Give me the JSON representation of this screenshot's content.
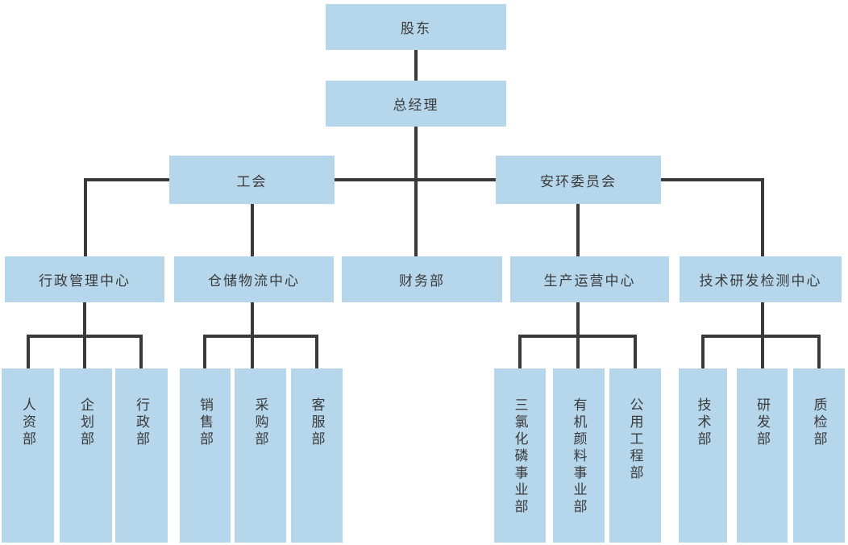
{
  "colors": {
    "node_fill": "#b5d6eb",
    "connector": "#3a3a3c",
    "text": "#3a3a3a",
    "background": "#ffffff"
  },
  "org_chart": {
    "shareholders": {
      "label": "股东"
    },
    "general_manager": {
      "label": "总经理"
    },
    "labor_union": {
      "label": "工会"
    },
    "safety_env_committee": {
      "label": "安环委员会"
    },
    "admin_mgmt_center": {
      "label": "行政管理中心"
    },
    "warehouse_logistics_center": {
      "label": "仓储物流中心"
    },
    "finance_dept": {
      "label": "财务部"
    },
    "production_ops_center": {
      "label": "生产运营中心"
    },
    "tech_rd_testing_center": {
      "label": "技术研发检测中心"
    },
    "hr_dept": {
      "label": "人资部"
    },
    "planning_dept": {
      "label": "企划部"
    },
    "admin_dept": {
      "label": "行政部"
    },
    "sales_dept": {
      "label": "销售部"
    },
    "procurement_dept": {
      "label": "采购部"
    },
    "customer_service_dept": {
      "label": "客服部"
    },
    "phosphorus_trichloride_bu": {
      "label": "三氯化磷事业部"
    },
    "organic_pigments_bu": {
      "label": "有机颜料事业部"
    },
    "utility_engineering_dept": {
      "label": "公用工程部"
    },
    "technology_dept": {
      "label": "技术部"
    },
    "rd_dept": {
      "label": "研发部"
    },
    "quality_inspection_dept": {
      "label": "质检部"
    }
  },
  "hierarchy": {
    "股东": [
      "总经理"
    ],
    "总经理": [
      "工会",
      "财务部",
      "安环委员会"
    ],
    "工会": [
      "行政管理中心",
      "仓储物流中心"
    ],
    "安环委员会": [
      "生产运营中心",
      "技术研发检测中心"
    ],
    "行政管理中心": [
      "人资部",
      "企划部",
      "行政部"
    ],
    "仓储物流中心": [
      "销售部",
      "采购部",
      "客服部"
    ],
    "生产运营中心": [
      "三氯化磷事业部",
      "有机颜料事业部",
      "公用工程部"
    ],
    "技术研发检测中心": [
      "技术部",
      "研发部",
      "质检部"
    ]
  }
}
